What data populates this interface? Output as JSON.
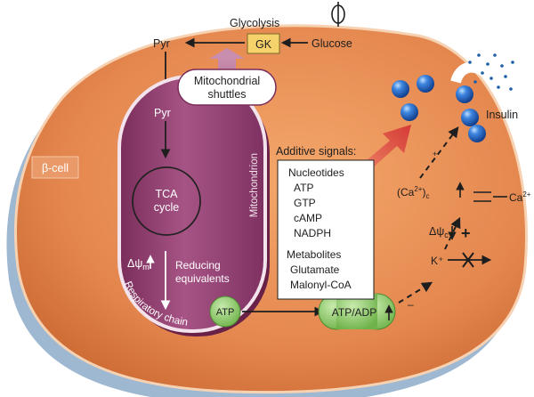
{
  "labels": {
    "glycolysis": "Glycolysis",
    "gk": "GK",
    "glucose": "Glucose",
    "pyr_top": "Pyr",
    "pyr_inner": "Pyr",
    "mito_shuttles_line1": "Mitochondrial",
    "mito_shuttles_line2": "shuttles",
    "tca_line1": "TCA",
    "tca_line2": "cycle",
    "mitochondrion": "Mitochondrion",
    "delta_psi_m": "Δψ",
    "delta_psi_m_sub": "m",
    "reducing_line1": "Reducing",
    "reducing_line2": "equivalents",
    "respiratory_chain": "Respiratory chain",
    "atp_mito": "ATP",
    "atp_adp": "ATP/ADP",
    "beta_cell": "β-cell",
    "additive_signals": "Additive signals:",
    "insulin": "Insulin",
    "ca_c": "(Ca",
    "ca_c_sup": "2+",
    "ca_c_close": ")",
    "ca_c_sub": "c",
    "ca_ext": "Ca",
    "ca_ext_sup": "2+",
    "delta_psi_c": "Δψ",
    "delta_psi_c_sub": "c",
    "plus_big": "+",
    "plus_small": "+",
    "minus": "–",
    "k_plus": "K⁺"
  },
  "signals": {
    "nucleotides_title": "Nucleotides",
    "nucleotides": [
      "ATP",
      "GTP",
      "cAMP",
      "NADPH"
    ],
    "metabolites_title": "Metabolites",
    "metabolites": [
      "Glutamate",
      "Malonyl-CoA"
    ]
  },
  "colors": {
    "cell_fill": "#E4874F",
    "cell_shadow": "#9FB8D2",
    "cell_rim": "#F7D2B2",
    "mito_fill": "#8E3C6C",
    "mito_rim": "#F3E3EC",
    "gk_box": "#F6D36A",
    "atp_green": "#8DC86A",
    "vesicle_blue": "#2A6FD0",
    "red_arrow": "#D9534F",
    "arrow_dark": "#1E1E1E"
  },
  "icons": {
    "up_arrow": "up-arrow-icon",
    "down_arrow": "down-arrow-icon",
    "cross": "x-block-icon"
  }
}
